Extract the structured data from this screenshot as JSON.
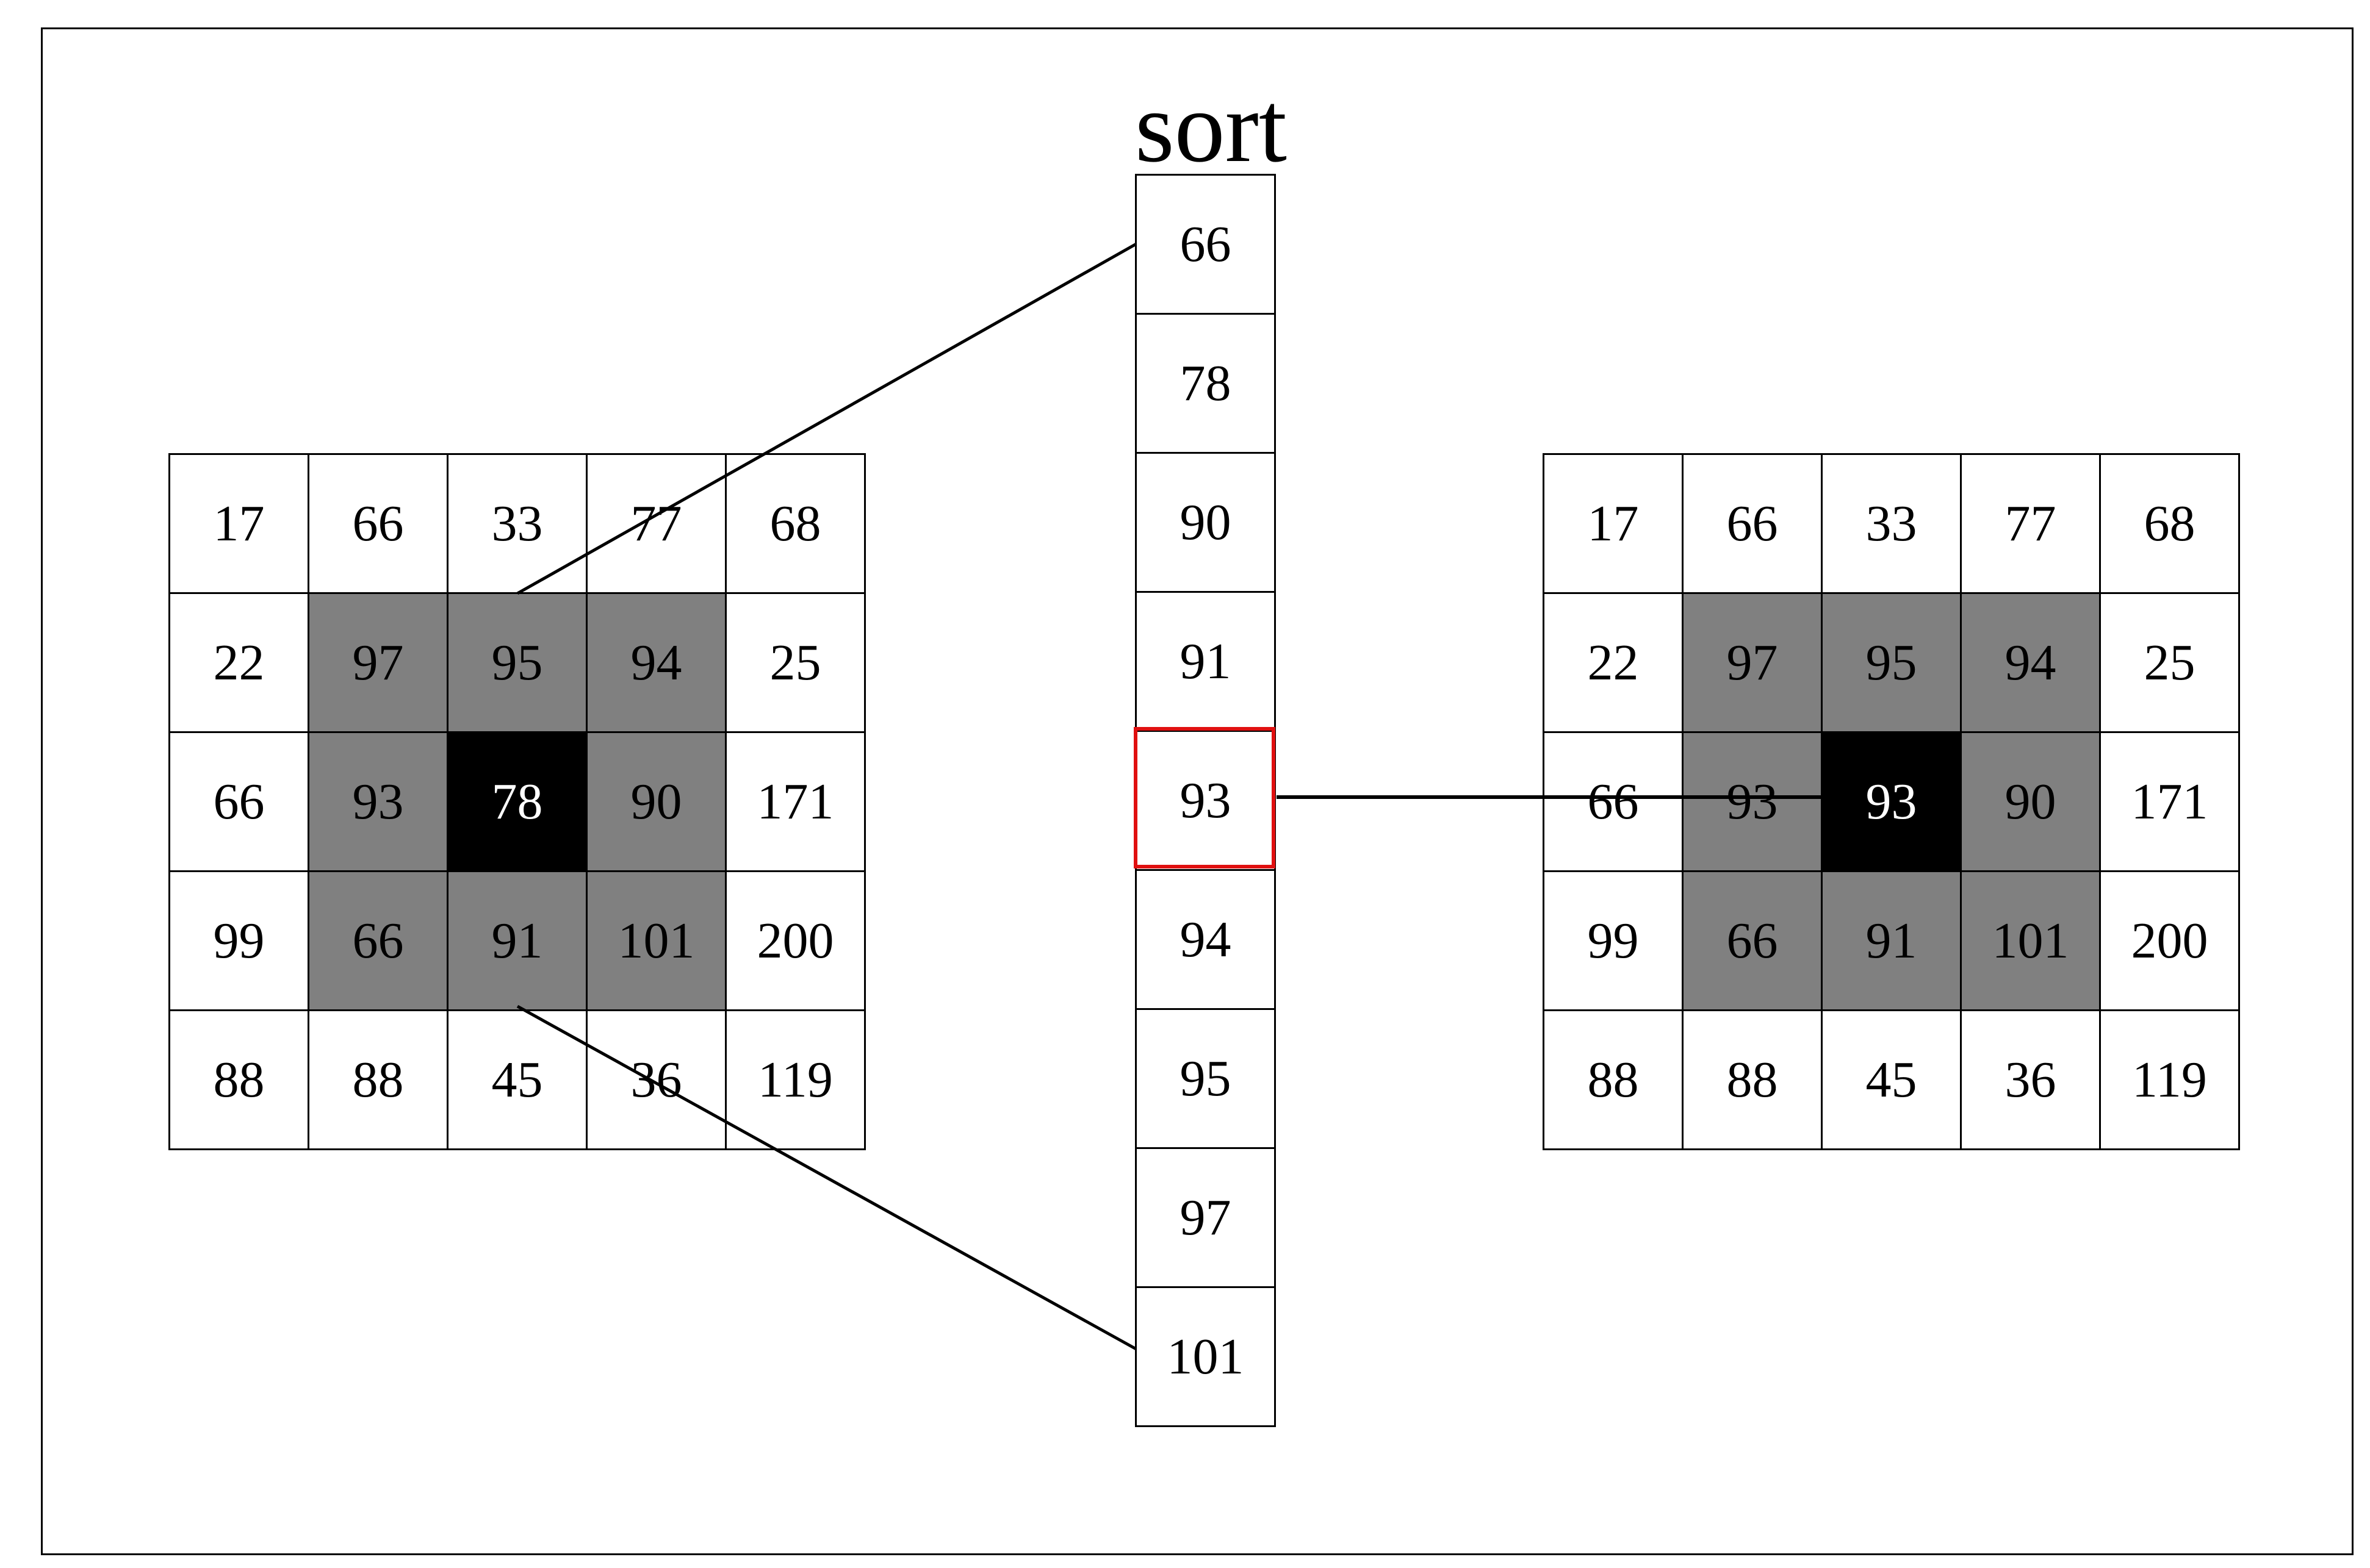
{
  "title": "sort",
  "input_grid": [
    [
      "17",
      "66",
      "33",
      "77",
      "68"
    ],
    [
      "22",
      "97",
      "95",
      "94",
      "25"
    ],
    [
      "66",
      "93",
      "78",
      "90",
      "171"
    ],
    [
      "99",
      "66",
      "91",
      "101",
      "200"
    ],
    [
      "88",
      "88",
      "45",
      "36",
      "119"
    ]
  ],
  "sorted_values": [
    "66",
    "78",
    "90",
    "91",
    "93",
    "94",
    "95",
    "97",
    "101"
  ],
  "median_index": 4,
  "output_grid": [
    [
      "17",
      "66",
      "33",
      "77",
      "68"
    ],
    [
      "22",
      "97",
      "95",
      "94",
      "25"
    ],
    [
      "66",
      "93",
      "93",
      "90",
      "171"
    ],
    [
      "99",
      "66",
      "91",
      "101",
      "200"
    ],
    [
      "88",
      "88",
      "45",
      "36",
      "119"
    ]
  ],
  "colors": {
    "window_fill": "#808080",
    "center_fill": "#000000",
    "median_border": "#e01010"
  }
}
